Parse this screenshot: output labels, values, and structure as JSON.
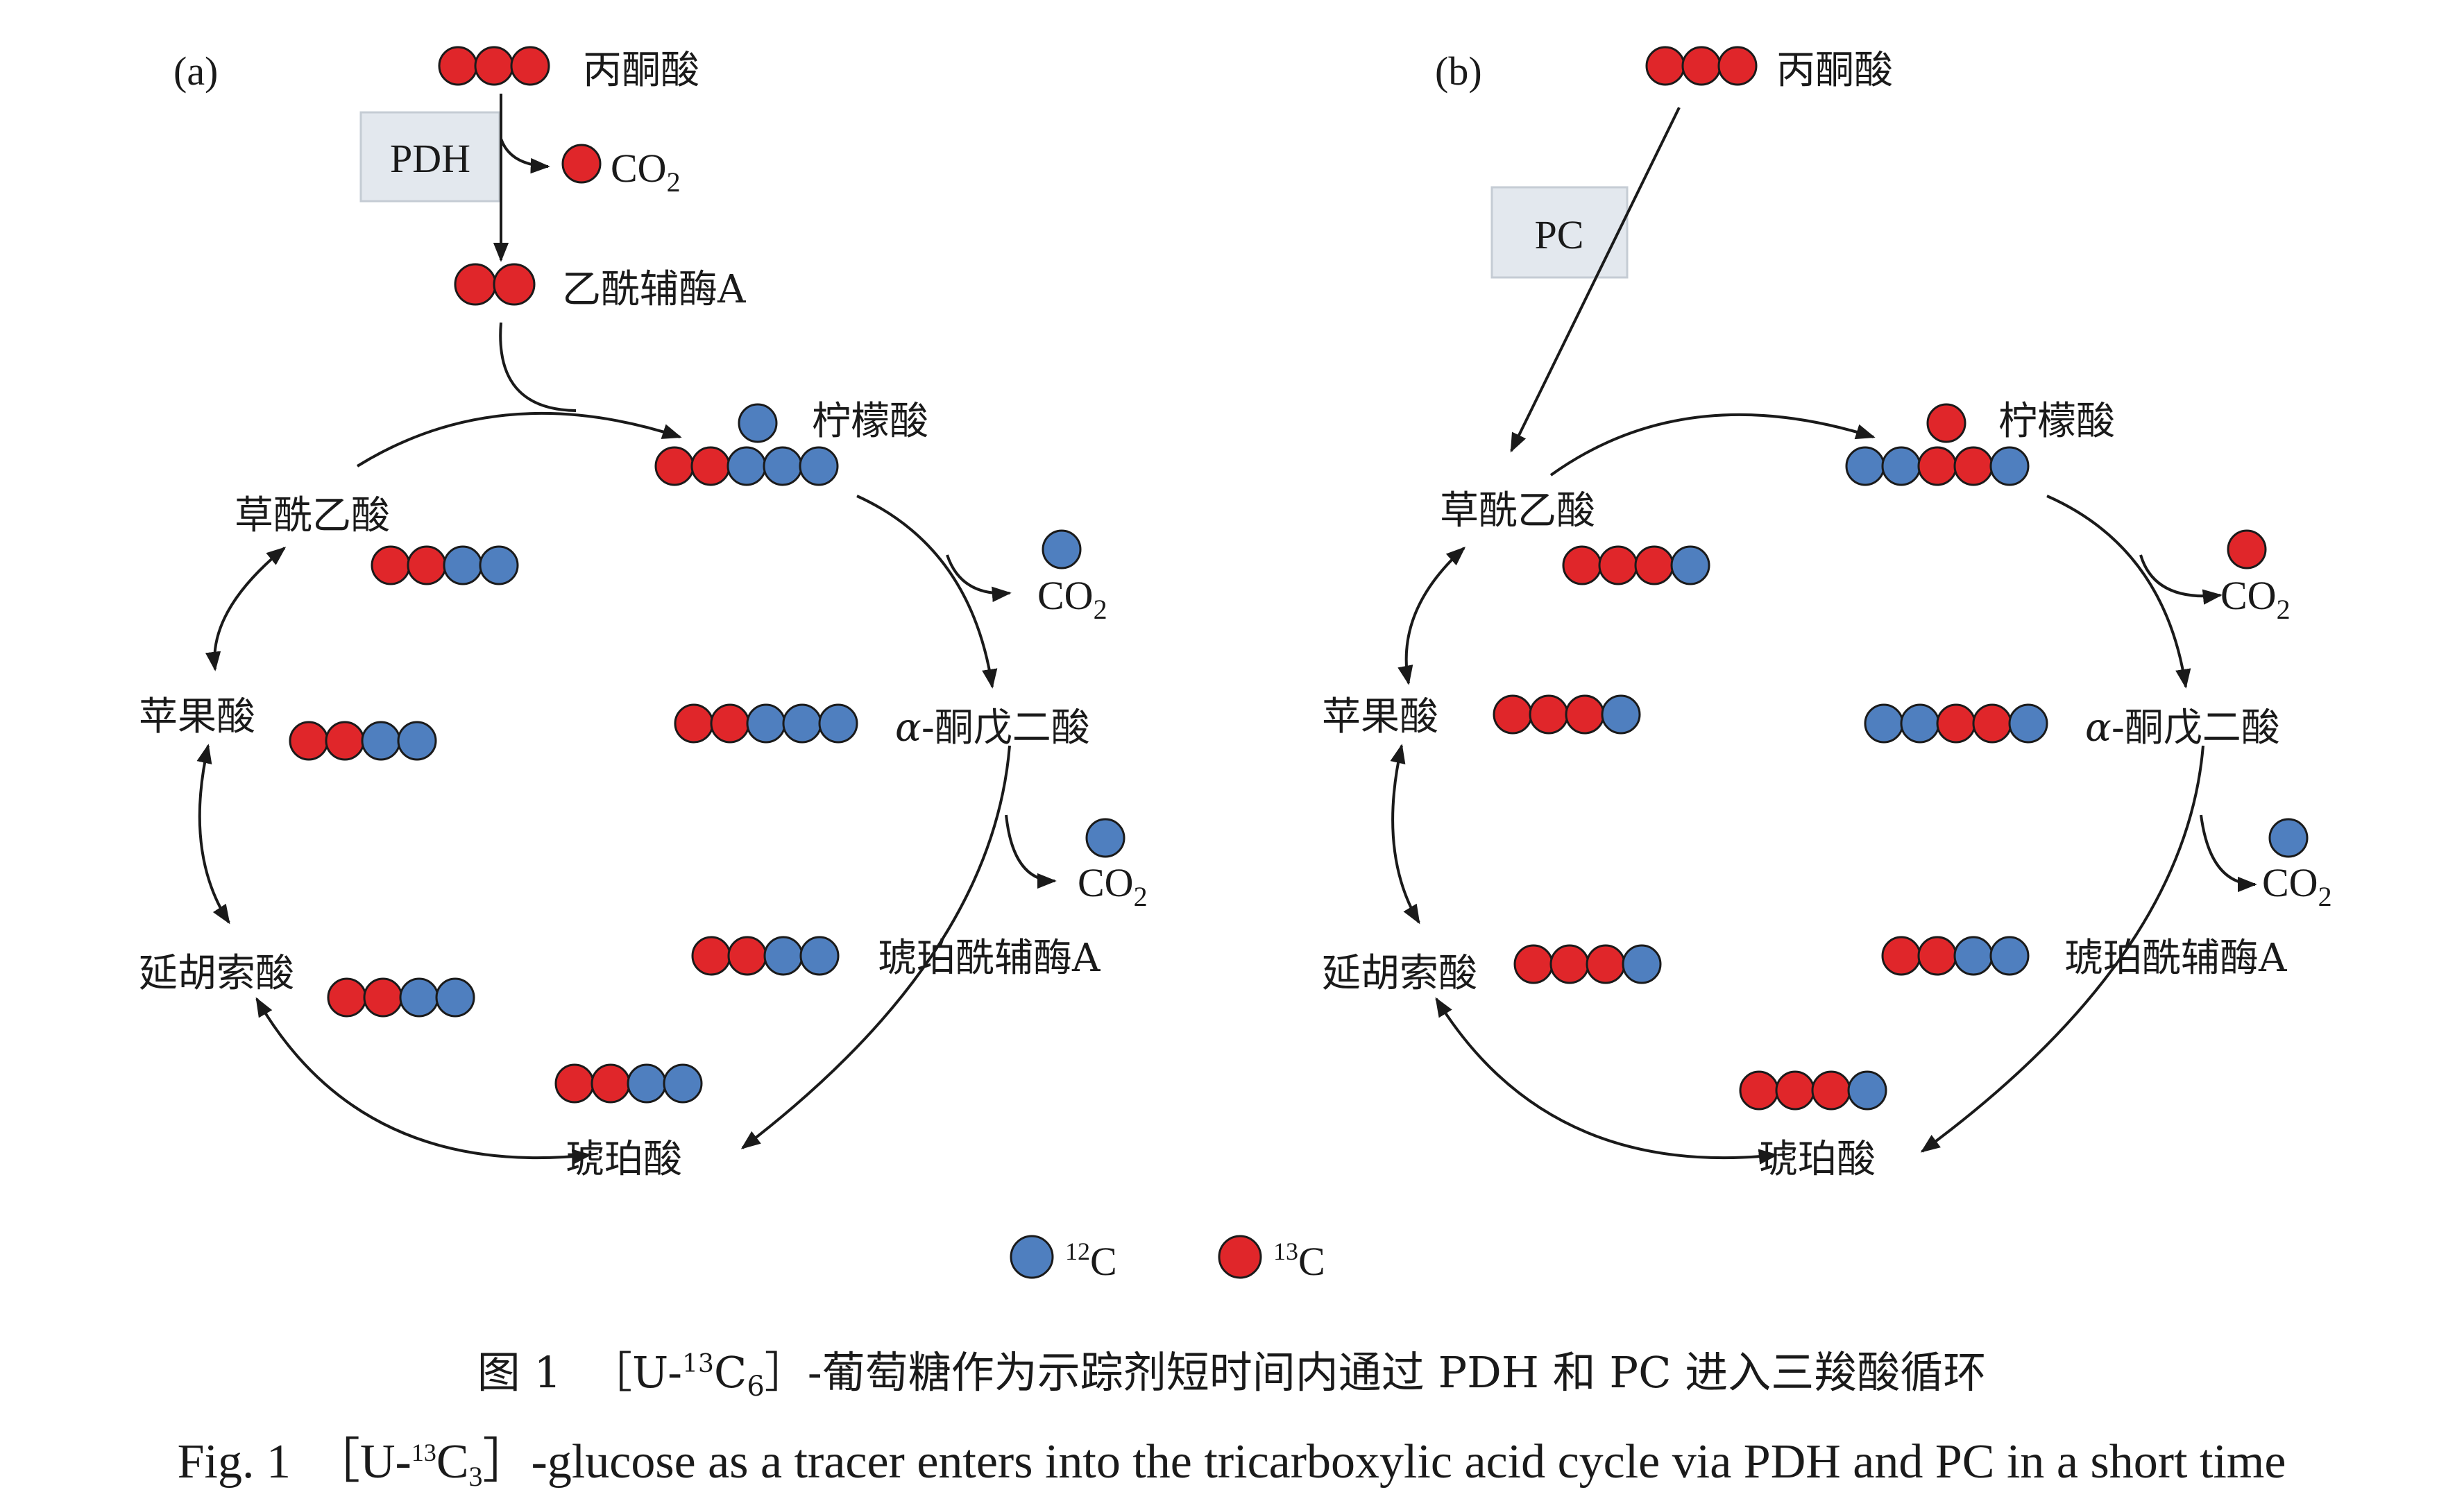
{
  "panels": {
    "a": {
      "label": "(a)",
      "enzyme": "PDH",
      "pyruvate": "丙酮酸",
      "acetyl_coa": "乙酰辅酶A",
      "citrate": "柠檬酸",
      "akg": "-酮戊二酸",
      "akg_prefix": "α",
      "succinyl_coa": "琥珀酰辅酶A",
      "succinate": "琥珀酸",
      "fumarate": "延胡索酸",
      "malate": "苹果酸",
      "oxaloacetate": "草酰乙酸",
      "co2": "CO",
      "co2_sub": "2",
      "molecules": {
        "pyruvate": [
          "13C",
          "13C",
          "13C"
        ],
        "co2_pdh": [
          "13C"
        ],
        "acetyl_coa": [
          "13C",
          "13C"
        ],
        "citrate_branch": [
          "12C"
        ],
        "citrate": [
          "13C",
          "13C",
          "12C",
          "12C",
          "12C"
        ],
        "co2_1": [
          "12C"
        ],
        "akg": [
          "13C",
          "13C",
          "12C",
          "12C",
          "12C"
        ],
        "co2_2": [
          "12C"
        ],
        "succinyl_coa": [
          "13C",
          "13C",
          "12C",
          "12C"
        ],
        "succinate": [
          "13C",
          "13C",
          "12C",
          "12C"
        ],
        "fumarate": [
          "13C",
          "13C",
          "12C",
          "12C"
        ],
        "malate": [
          "13C",
          "13C",
          "12C",
          "12C"
        ],
        "oxaloacetate": [
          "13C",
          "13C",
          "12C",
          "12C"
        ]
      }
    },
    "b": {
      "label": "(b)",
      "enzyme": "PC",
      "pyruvate": "丙酮酸",
      "citrate": "柠檬酸",
      "akg": "-酮戊二酸",
      "akg_prefix": "α",
      "succinyl_coa": "琥珀酰辅酶A",
      "succinate": "琥珀酸",
      "fumarate": "延胡索酸",
      "malate": "苹果酸",
      "oxaloacetate": "草酰乙酸",
      "co2": "CO",
      "co2_sub": "2",
      "molecules": {
        "pyruvate": [
          "13C",
          "13C",
          "13C"
        ],
        "citrate_branch": [
          "13C"
        ],
        "citrate": [
          "12C",
          "12C",
          "13C",
          "13C",
          "12C"
        ],
        "co2_1": [
          "13C"
        ],
        "akg": [
          "12C",
          "12C",
          "13C",
          "13C",
          "12C"
        ],
        "co2_2": [
          "12C"
        ],
        "succinyl_coa": [
          "13C",
          "13C",
          "12C",
          "12C"
        ],
        "succinate": [
          "13C",
          "13C",
          "13C",
          "12C"
        ],
        "fumarate": [
          "13C",
          "13C",
          "13C",
          "12C"
        ],
        "malate": [
          "13C",
          "13C",
          "13C",
          "12C"
        ],
        "oxaloacetate": [
          "13C",
          "13C",
          "13C",
          "12C"
        ]
      }
    }
  },
  "legend": {
    "c12_mass": "12",
    "c12_label": "C",
    "c13_mass": "13",
    "c13_label": "C"
  },
  "colors": {
    "c12": "#4f7fbf",
    "c13": "#e0262a",
    "enzyme_box": "#e3e8ee"
  },
  "caption": {
    "zh_fig": "图 1",
    "zh_pre": "［U-",
    "zh_mass": "13",
    "zh_c": "C",
    "zh_n": "6",
    "zh_post": "］-葡萄糖作为示踪剂短时间内通过 PDH 和 PC 进入三羧酸循环",
    "en_fig": "Fig. 1",
    "en_pre": "［U-",
    "en_mass": "13",
    "en_c": "C",
    "en_n": "3",
    "en_post": "］-glucose as a tracer enters into the tricarboxylic acid cycle via PDH and PC in a short time"
  }
}
